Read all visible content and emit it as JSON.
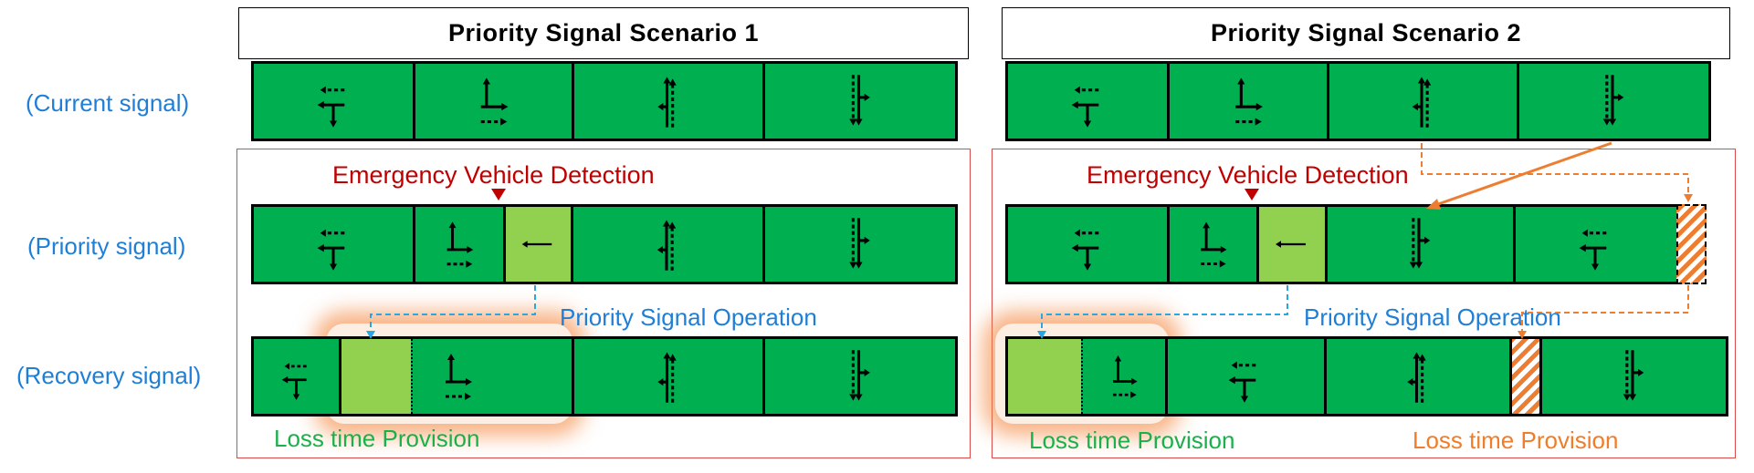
{
  "scenario1": {
    "title": "Priority Signal Scenario  1"
  },
  "scenario2": {
    "title": "Priority Signal Scenario  2"
  },
  "row_labels": {
    "current": "(Current signal)",
    "priority": "(Priority signal)",
    "recovery": "(Recovery signal)"
  },
  "annotations": {
    "s1_detection": "Emergency Vehicle Detection",
    "s1_operation": "Priority Signal Operation",
    "s1_loss": "Loss time Provision",
    "s2_detection": "Emergency Vehicle Detection",
    "s2_operation": "Priority Signal Operation",
    "s2_loss_green": "Loss time Provision",
    "s2_loss_orange": "Loss time Provision"
  },
  "colors": {
    "phase_green": "#00b050",
    "priority_light_green": "#92d050",
    "loss_hatch_orange": "#ed7d31",
    "detection_red": "#c00000",
    "label_blue": "#1f7fd6",
    "loss_text_green": "#1ab14a",
    "loss_text_orange": "#f07d2a"
  },
  "phase_icons": [
    "left-turn-and-through-east",
    "through-and-right-turn-west",
    "through-north-south-left",
    "through-south-right",
    "left-only-west"
  ]
}
